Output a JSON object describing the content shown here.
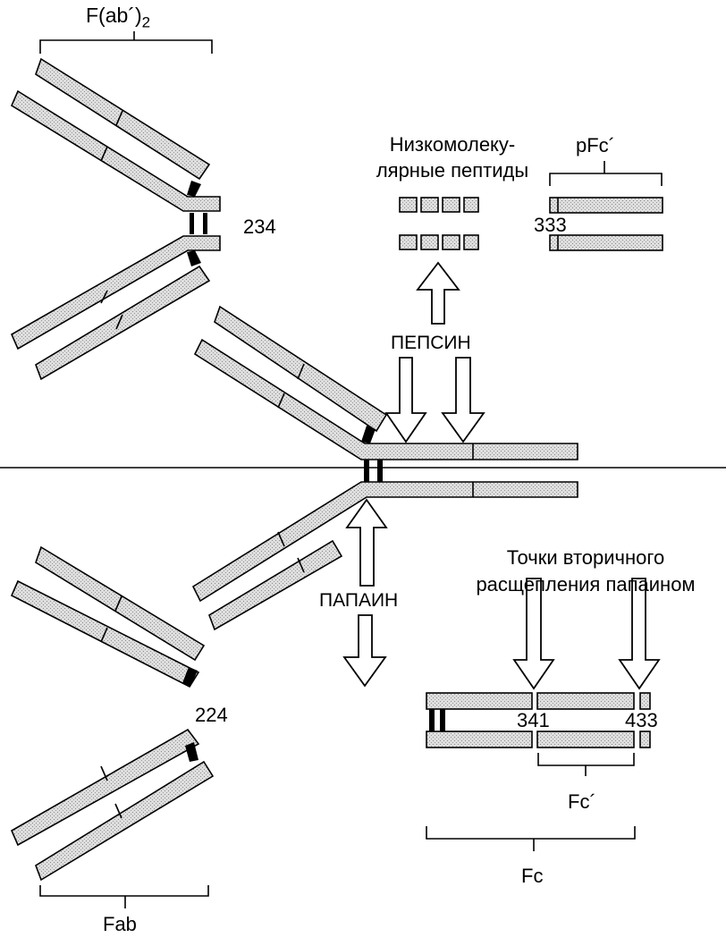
{
  "labels": {
    "fab2": "F(ab´)",
    "fab2_sub": "2",
    "n234": "234",
    "pepsin_products_line1": "Низкомолеку-",
    "pepsin_products_line2": "лярные пептиды",
    "pfc": "pFc´",
    "n333": "333",
    "pepsin": "ПЕПСИН",
    "papain": "ПАПАИН",
    "secondary_line1": "Точки вторичного",
    "secondary_line2": "расщепления папаином",
    "n224": "224",
    "n341": "341",
    "n433": "433",
    "fc_prime": "Fc´",
    "fc": "Fc",
    "fab": "Fab"
  },
  "colors": {
    "ink": "#000000",
    "stipple": "#d9d9d9",
    "background": "#ffffff"
  },
  "icons": [
    "down-arrow-icon",
    "up-arrow-icon"
  ]
}
